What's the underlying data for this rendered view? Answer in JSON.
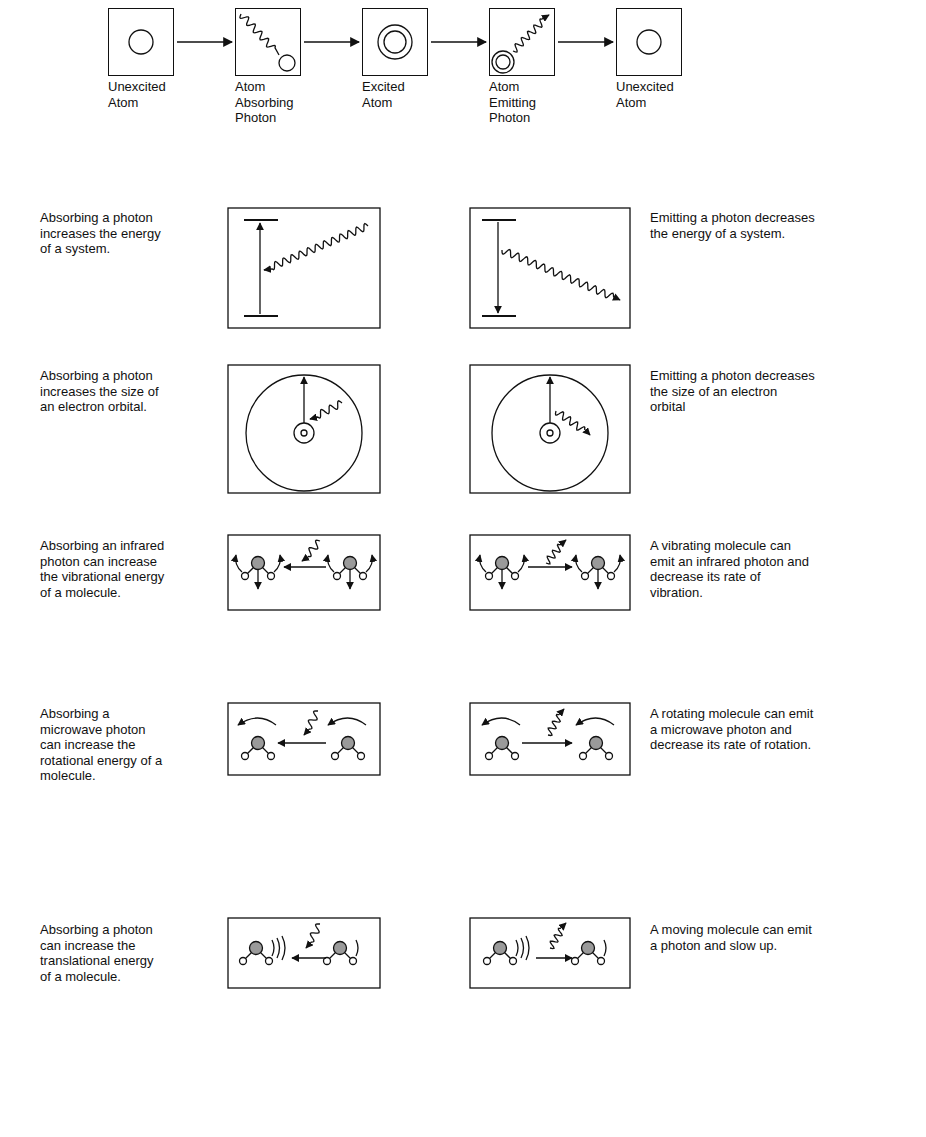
{
  "diagram": {
    "nodes": [
      {
        "text": [
          "Unexcited Atom"
        ]
      },
      {
        "text": [
          "Atom Absorbing Photon"
        ]
      },
      {
        "text": [
          "Excited Atom"
        ]
      },
      {
        "text": [
          "Atom Emitting Photon"
        ]
      },
      {
        "text": [
          "Unexcited Atom"
        ]
      }
    ],
    "edges": [
      {
        "from": 0,
        "to": 1,
        "arrow": "to"
      },
      {
        "from": 1,
        "to": 2,
        "arrow": "to"
      },
      {
        "from": 2,
        "to": 3,
        "arrow": "to"
      },
      {
        "from": 3,
        "to": 4,
        "arrow": "to"
      }
    ],
    "labels": [
      "Absorbing a photon increases the energy of a system.",
      "Emitting a photon decreases the energy of a system.",
      "Absorbing a photon increases the size of an electron orbital.",
      "Emitting a photon decreases the size of an electron orbital",
      "Absorbing an infrared photon can increase the vibrational energy of a molecule.",
      "A vibrating molecule can emit an infrared photon and decrease its rate of vibration.",
      "Absorbing a microwave photon can increase the rotational energy of a molecule.",
      "A rotating molecule can emit a microwave photon and decrease its rate of rotation.",
      "Absorbing a photon can increase the translational energy of a molecule.",
      "A moving molecule can emit a photon and slow up."
    ]
  }
}
